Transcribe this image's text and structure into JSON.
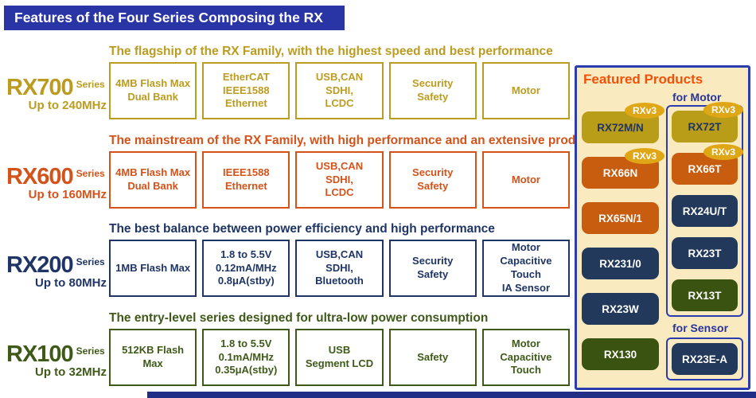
{
  "title": "Features of the Four Series Composing the RX Family",
  "colors": {
    "banner_bg": "#2A35A5",
    "rx700": "#BC9C20",
    "rx600": "#D4531A",
    "rx200": "#1F3566",
    "rx100": "#3F5919",
    "panel_bg": "#FAEAC0",
    "panel_border": "#2B3CAE",
    "featured_title": "#F0520A",
    "chip_gold": "#B99D18",
    "chip_orange": "#C85C0F",
    "chip_navy": "#22395B",
    "chip_green": "#3A5310",
    "badge_gold": "#DFA616",
    "bottom_bar": "#202F85"
  },
  "series": [
    {
      "name": "RX700",
      "series_word": "Series",
      "speed": "Up to 240MHz",
      "headline": "The flagship of the RX Family, with the highest speed and best performance",
      "features": [
        "4MB Flash Max\nDual Bank",
        "EtherCAT\nIEEE1588\nEthernet",
        "USB,CAN\nSDHI,\nLCDC",
        "Security\nSafety",
        "Motor"
      ]
    },
    {
      "name": "RX600",
      "series_word": "Series",
      "speed": "Up to 160MHz",
      "headline": "The mainstream of the RX Family, with high performance and an extensive product lineup",
      "features": [
        "4MB Flash Max\nDual Bank",
        "IEEE1588\nEthernet",
        "USB,CAN\nSDHI,\nLCDC",
        "Security\nSafety",
        "Motor"
      ]
    },
    {
      "name": "RX200",
      "series_word": "Series",
      "speed": "Up to 80MHz",
      "headline": "The best balance between power efficiency and high performance",
      "features": [
        "1MB Flash Max",
        "1.8 to 5.5V\n0.12mA/MHz\n0.8μA(stby)",
        "USB,CAN\nSDHI,\nBluetooth",
        "Security\nSafety",
        "Motor\nCapacitive Touch\nIA Sensor"
      ]
    },
    {
      "name": "RX100",
      "series_word": "Series",
      "speed": "Up to 32MHz",
      "headline": "The entry-level series designed for ultra-low power consumption",
      "features": [
        "512KB Flash Max",
        "1.8 to 5.5V\n0.1mA/MHz\n0.35μA(stby)",
        "USB\nSegment LCD",
        "Safety",
        "Motor\nCapacitive Touch"
      ]
    }
  ],
  "featured": {
    "title": "Featured Products",
    "badge_label": "RXv3",
    "motor_label": "for Motor",
    "sensor_label": "for Sensor",
    "left_chips": [
      {
        "label": "RX72M/N",
        "variant": "gold",
        "badge": true
      },
      {
        "label": "RX66N",
        "variant": "orange",
        "badge": true
      },
      {
        "label": "RX65N/1",
        "variant": "orange",
        "badge": false
      },
      {
        "label": "RX231/0",
        "variant": "navy",
        "badge": false
      },
      {
        "label": "RX23W",
        "variant": "navy",
        "badge": false
      },
      {
        "label": "RX130",
        "variant": "green",
        "badge": false
      }
    ],
    "motor_chips": [
      {
        "label": "RX72T",
        "variant": "gold",
        "badge": true
      },
      {
        "label": "RX66T",
        "variant": "orange",
        "badge": true
      },
      {
        "label": "RX24U/T",
        "variant": "navy",
        "badge": false
      },
      {
        "label": "RX23T",
        "variant": "navy",
        "badge": false
      },
      {
        "label": "RX13T",
        "variant": "green",
        "badge": false
      }
    ],
    "sensor_chips": [
      {
        "label": "RX23E-A",
        "variant": "navy",
        "badge": false
      }
    ]
  }
}
